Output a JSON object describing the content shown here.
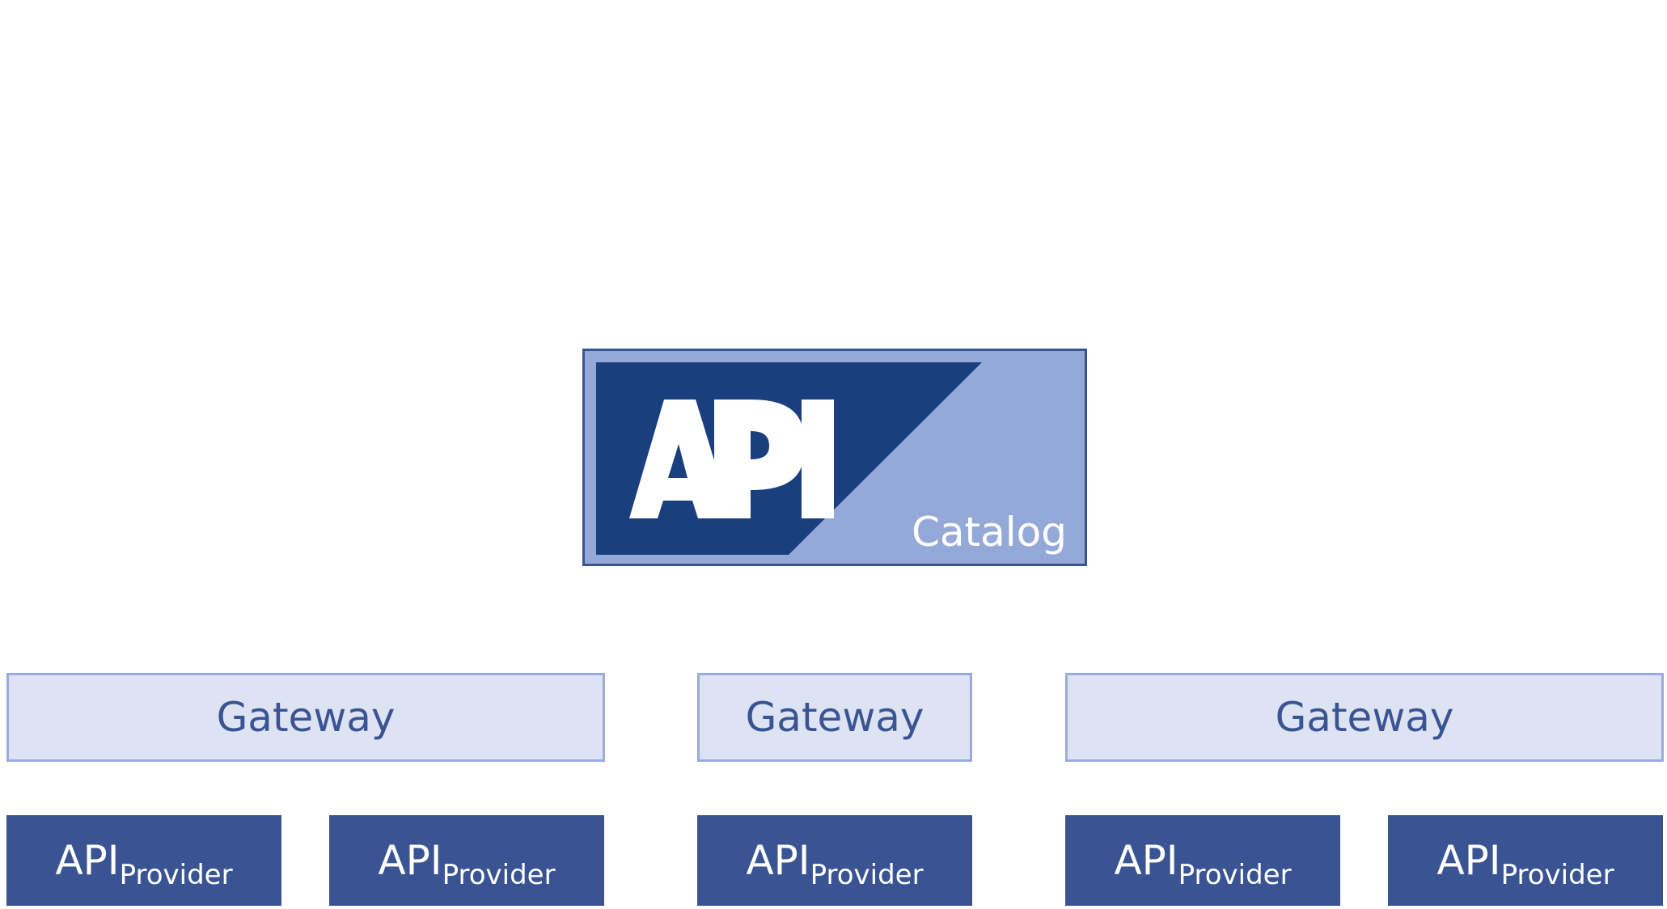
{
  "colors": {
    "navy": "#1a3f7f",
    "logo_light": "#95a9d8",
    "border": "#3a5493",
    "gateway_fill": "#dde3f3",
    "gateway_border": "#98acdf",
    "provider_fill": "#3a5493",
    "white": "#ffffff"
  },
  "catalog": {
    "logo_text": "API",
    "label": "Catalog"
  },
  "gateways": [
    {
      "label": "Gateway"
    },
    {
      "label": "Gateway"
    },
    {
      "label": "Gateway"
    }
  ],
  "providers": [
    {
      "main": "API",
      "sub": "Provider"
    },
    {
      "main": "API",
      "sub": "Provider"
    },
    {
      "main": "API",
      "sub": "Provider"
    },
    {
      "main": "API",
      "sub": "Provider"
    },
    {
      "main": "API",
      "sub": "Provider"
    }
  ]
}
